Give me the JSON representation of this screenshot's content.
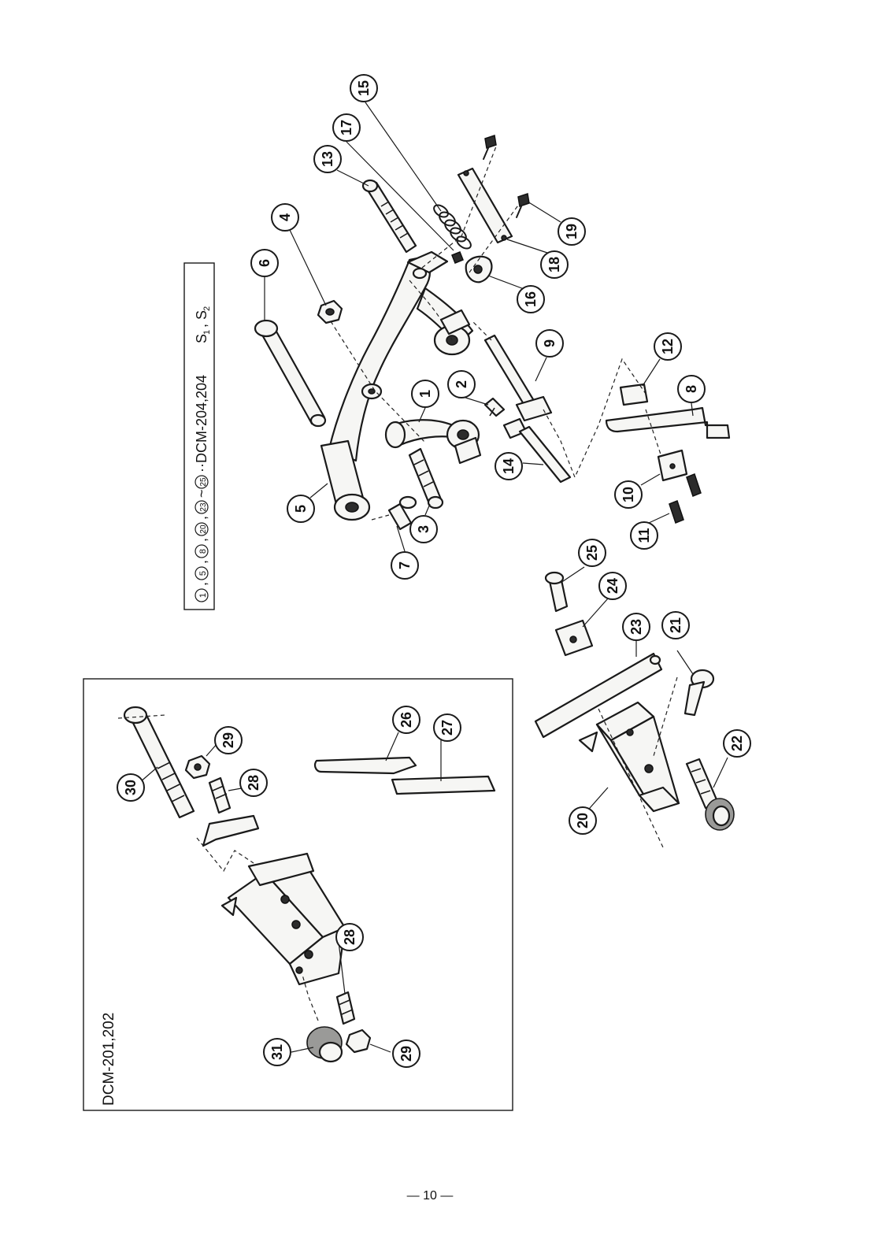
{
  "diagram": {
    "callouts": [
      "1",
      "2",
      "3",
      "4",
      "5",
      "6",
      "7",
      "8",
      "9",
      "10",
      "11",
      "12",
      "13",
      "14",
      "15",
      "16",
      "17",
      "18",
      "19",
      "20",
      "21",
      "22",
      "23",
      "24",
      "25",
      "26",
      "27",
      "28",
      "28",
      "29",
      "29",
      "30",
      "31"
    ],
    "caption_box": {
      "numbers": [
        "1",
        "5",
        "8",
        "20",
        "23",
        "25"
      ],
      "separator": ",",
      "range_mark": "~",
      "suffix": "··DCM-204,204",
      "suffix_sub": "S",
      "suffix_sub1": "1",
      "suffix_sep": ",",
      "suffix_sub2": "S",
      "suffix_sub3": "2"
    },
    "inset_label": "DCM-201,202"
  },
  "footer": {
    "page_number": "— 10 —"
  }
}
